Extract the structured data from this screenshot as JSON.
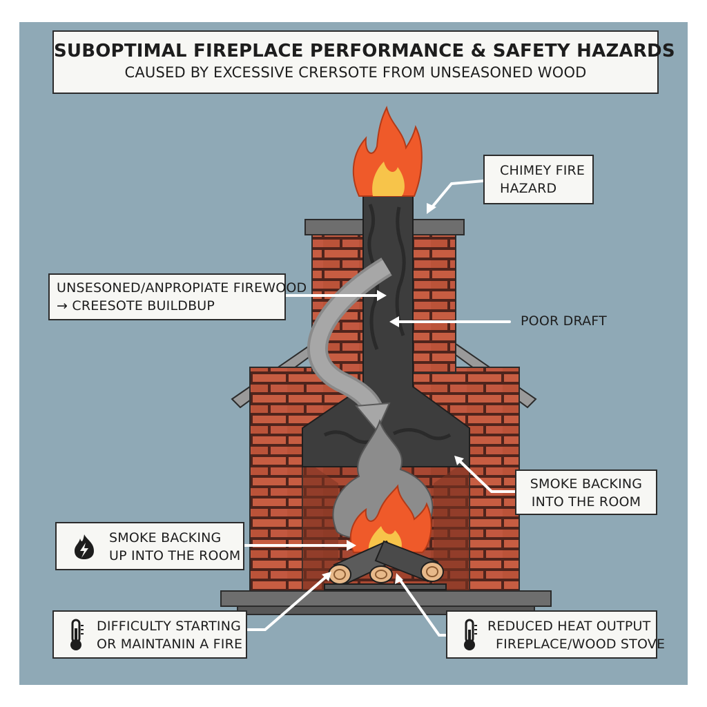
{
  "header": {
    "title": "SUBOPTIMAL FIREPLACE PERFORMANCE & SAFETY HAZARDS",
    "subtitle": "CAUSED BY EXCESSIVE CRERSOTE FROM UNSEASONED WOOD"
  },
  "labels": {
    "chimney_fire": {
      "line1": "CHIMEY FIRE",
      "line2": "HAZARD"
    },
    "unseasoned_wood": {
      "line1": "UNSESONED/ANPROPIATE FIREWOOD",
      "line2": "→ CREESOTE BUILDBUP"
    },
    "poor_draft": "POOR DRAFT",
    "smoke_right": {
      "line1": "SMOKE BACKING",
      "line2": "INTO THE ROOM"
    },
    "smoke_left": {
      "line1": "SMOKE BACKING",
      "line2": "UP INTO THE ROOM"
    },
    "difficulty_starting": {
      "line1": "DIFFICULTY STARTING",
      "line2": "OR MAINTANIN A FIRE"
    },
    "reduced_heat": {
      "line1": "REDUCED HEAT OUTPUT",
      "line2": "FIREPLACE/WOOD STOVE"
    }
  },
  "icons": {
    "smoke_left": "fire-bolt-icon",
    "difficulty_starting": "thermometer-icon",
    "reduced_heat": "thermometer-icon"
  },
  "colors": {
    "background": "#8fa9b6",
    "brick": "#c0573d",
    "mortar": "#5a2a22",
    "creosote": "#3d3d3d",
    "flame_outer": "#ef5a2a",
    "flame_inner": "#f7c44a",
    "smoke": "#8c8c8c"
  }
}
